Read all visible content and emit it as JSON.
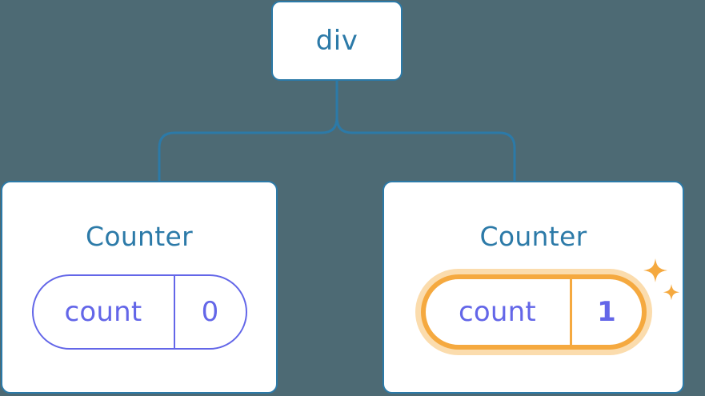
{
  "diagram": {
    "title": "component-tree-state-update",
    "background_color": "#4d6a74",
    "node_color": "#2c7aa8",
    "pill_color": "#6366e8",
    "highlight_color": "#f5a93f",
    "highlight_glow_color": "#fbdcad"
  },
  "root": {
    "label": "div"
  },
  "children": [
    {
      "title": "Counter",
      "state": {
        "key": "count",
        "value": "0"
      },
      "highlighted": false
    },
    {
      "title": "Counter",
      "state": {
        "key": "count",
        "value": "1"
      },
      "highlighted": true
    }
  ],
  "icons": {
    "sparkle_large": "sparkle-icon",
    "sparkle_small": "sparkle-small-icon"
  }
}
